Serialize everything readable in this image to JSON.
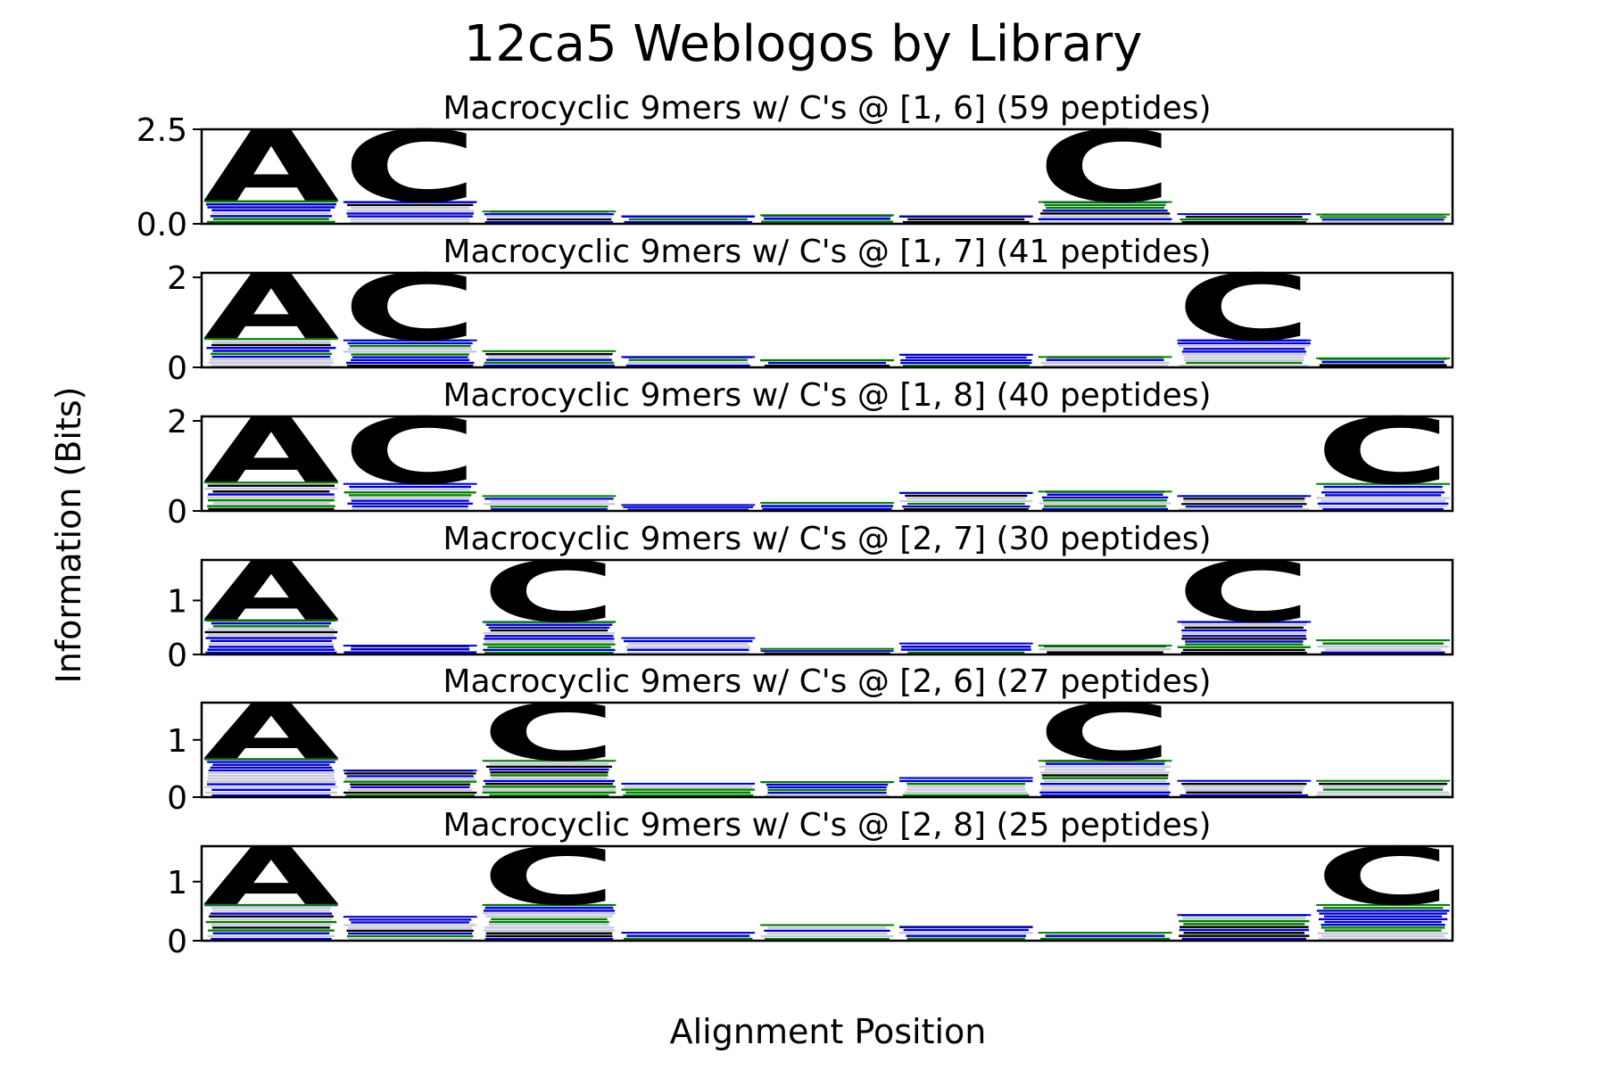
{
  "figure": {
    "title": "12ca5 Weblogos by Library",
    "ylabel": "Information (Bits)",
    "xlabel": "Alignment Position"
  },
  "colors": {
    "A": "#008000",
    "C": "#000000",
    "bg_green": "#008000",
    "bg_blue": "#0000cc",
    "bg_black": "#000000",
    "bg_light": "#c8c8dc"
  },
  "chart_data": [
    {
      "type": "logo",
      "title": "Macrocyclic 9mers w/ C's @ [1, 6] (59 peptides)",
      "ylim": [
        0,
        2.5
      ],
      "yticks": [
        "0.0",
        "2.5"
      ],
      "positions": [
        1,
        2,
        3,
        4,
        5,
        6,
        7,
        8,
        9
      ],
      "dominant": [
        {
          "position": 1,
          "letter": "A",
          "bottom": 0.62,
          "top": 2.5
        },
        {
          "position": 2,
          "letter": "C",
          "bottom": 0.6,
          "top": 2.5
        },
        {
          "position": 7,
          "letter": "C",
          "bottom": 0.6,
          "top": 2.5
        }
      ],
      "background_heights": [
        0.62,
        0.6,
        0.35,
        0.22,
        0.25,
        0.22,
        0.6,
        0.28,
        0.27
      ]
    },
    {
      "type": "logo",
      "title": "Macrocyclic 9mers w/ C's @ [1, 7] (41 peptides)",
      "ylim": [
        0,
        2.1
      ],
      "yticks": [
        "0",
        "2"
      ],
      "positions": [
        1,
        2,
        3,
        4,
        5,
        6,
        7,
        8,
        9
      ],
      "dominant": [
        {
          "position": 1,
          "letter": "A",
          "bottom": 0.65,
          "top": 2.1
        },
        {
          "position": 2,
          "letter": "C",
          "bottom": 0.62,
          "top": 2.1
        },
        {
          "position": 8,
          "letter": "C",
          "bottom": 0.62,
          "top": 2.1
        }
      ],
      "background_heights": [
        0.65,
        0.62,
        0.38,
        0.25,
        0.18,
        0.3,
        0.25,
        0.62,
        0.22
      ]
    },
    {
      "type": "logo",
      "title": "Macrocyclic 9mers w/ C's @ [1, 8] (40 peptides)",
      "ylim": [
        0,
        2.1
      ],
      "yticks": [
        "0",
        "2"
      ],
      "positions": [
        1,
        2,
        3,
        4,
        5,
        6,
        7,
        8,
        9
      ],
      "dominant": [
        {
          "position": 1,
          "letter": "A",
          "bottom": 0.65,
          "top": 2.1
        },
        {
          "position": 2,
          "letter": "C",
          "bottom": 0.62,
          "top": 2.1
        },
        {
          "position": 9,
          "letter": "C",
          "bottom": 0.62,
          "top": 2.1
        }
      ],
      "background_heights": [
        0.65,
        0.62,
        0.35,
        0.15,
        0.2,
        0.42,
        0.45,
        0.35,
        0.62
      ]
    },
    {
      "type": "logo",
      "title": "Macrocyclic 9mers w/ C's @ [2, 7] (30 peptides)",
      "ylim": [
        0,
        1.75
      ],
      "yticks": [
        "0",
        "1"
      ],
      "positions": [
        1,
        2,
        3,
        4,
        5,
        6,
        7,
        8,
        9
      ],
      "dominant": [
        {
          "position": 1,
          "letter": "A",
          "bottom": 0.65,
          "top": 1.75
        },
        {
          "position": 3,
          "letter": "C",
          "bottom": 0.62,
          "top": 1.75
        },
        {
          "position": 8,
          "letter": "C",
          "bottom": 0.62,
          "top": 1.75
        }
      ],
      "background_heights": [
        0.65,
        0.18,
        0.62,
        0.32,
        0.12,
        0.22,
        0.18,
        0.62,
        0.28
      ]
    },
    {
      "type": "logo",
      "title": "Macrocyclic 9mers w/ C's @ [2, 6] (27 peptides)",
      "ylim": [
        0,
        1.65
      ],
      "yticks": [
        "0",
        "1"
      ],
      "positions": [
        1,
        2,
        3,
        4,
        5,
        6,
        7,
        8,
        9
      ],
      "dominant": [
        {
          "position": 1,
          "letter": "A",
          "bottom": 0.68,
          "top": 1.65
        },
        {
          "position": 3,
          "letter": "C",
          "bottom": 0.65,
          "top": 1.65
        },
        {
          "position": 7,
          "letter": "C",
          "bottom": 0.65,
          "top": 1.65
        }
      ],
      "background_heights": [
        0.68,
        0.48,
        0.65,
        0.25,
        0.28,
        0.35,
        0.65,
        0.3,
        0.3
      ]
    },
    {
      "type": "logo",
      "title": "Macrocyclic 9mers w/ C's @ [2, 8] (25 peptides)",
      "ylim": [
        0,
        1.6
      ],
      "yticks": [
        "0",
        "1"
      ],
      "positions": [
        1,
        2,
        3,
        4,
        5,
        6,
        7,
        8,
        9
      ],
      "dominant": [
        {
          "position": 1,
          "letter": "A",
          "bottom": 0.62,
          "top": 1.6
        },
        {
          "position": 3,
          "letter": "C",
          "bottom": 0.62,
          "top": 1.6
        },
        {
          "position": 9,
          "letter": "C",
          "bottom": 0.62,
          "top": 1.6
        }
      ],
      "background_heights": [
        0.62,
        0.42,
        0.62,
        0.15,
        0.28,
        0.25,
        0.15,
        0.45,
        0.62
      ]
    }
  ]
}
